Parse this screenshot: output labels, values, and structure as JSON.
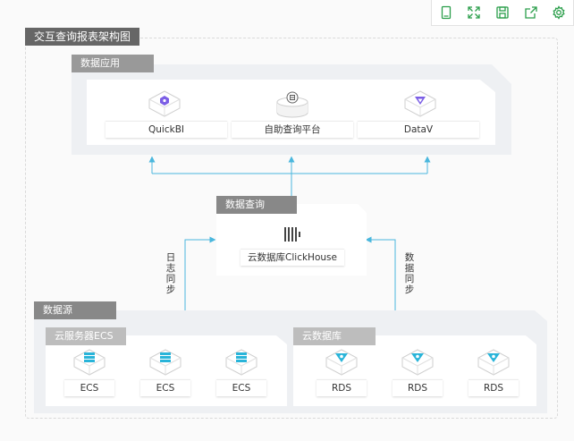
{
  "title": "交互查询报表架构图",
  "sections": {
    "data_app": "数据应用",
    "data_query": "数据查询",
    "data_source": "数据源",
    "ecs_group": "云服务器ECS",
    "rds_group": "云数据库"
  },
  "apps": [
    {
      "label": "QuickBI",
      "icon": "quickbi-icon"
    },
    {
      "label": "自助查询平台",
      "icon": "query-platform-icon"
    },
    {
      "label": "DataV",
      "icon": "datav-icon"
    }
  ],
  "clickhouse": {
    "label": "云数据库ClickHouse",
    "icon": "clickhouse-icon"
  },
  "sync": {
    "left": [
      "日",
      "志",
      "同",
      "步"
    ],
    "right": [
      "数",
      "据",
      "同",
      "步"
    ]
  },
  "ecs": [
    "ECS",
    "ECS",
    "ECS"
  ],
  "rds": [
    "RDS",
    "RDS",
    "RDS"
  ],
  "colors": {
    "accent": "#29b4d9",
    "purple": "#7b5ee5",
    "arrow": "#4ab7dd"
  },
  "toolbar": [
    "page-icon",
    "fullscreen-icon",
    "save-icon",
    "share-icon",
    "settings-icon"
  ]
}
